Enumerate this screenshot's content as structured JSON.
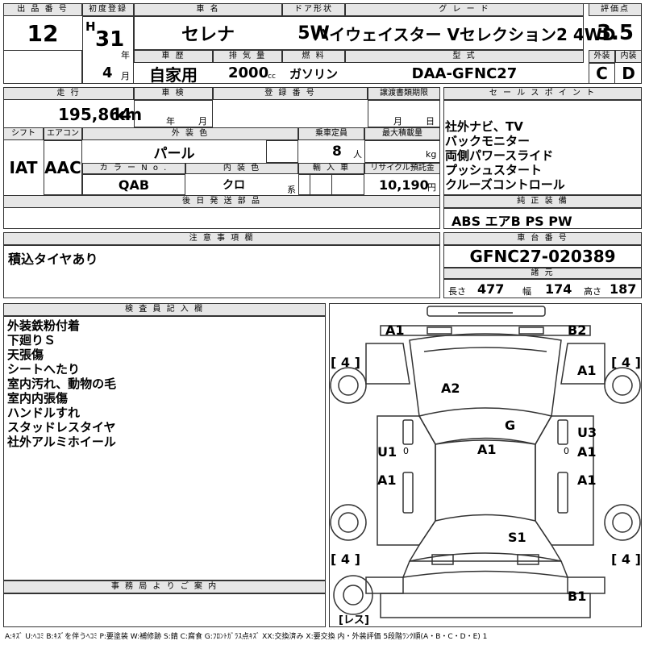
{
  "headers": {
    "lot_no": "出 品 番 号",
    "first_reg": "初度登録",
    "car_name": "車 名",
    "door": "ドア形状",
    "grade": "グ レ ー ド",
    "score": "評価点",
    "history": "車 歴",
    "displacement": "排 気 量",
    "fuel": "燃 料",
    "model_code": "型 式",
    "exterior": "外装",
    "interior": "内装",
    "mileage": "走 行",
    "inspection": "車 検",
    "plate": "登 録 番 号",
    "transfer": "譲渡書類期限",
    "sales_point": "セ ー ル ス ポ イ ン ト",
    "shift": "シフト",
    "aircon": "エアコン",
    "ext_color": "外 装 色",
    "capacity": "乗車定員",
    "max_load": "最大積載量",
    "color_no": "カ ラ ー N o .",
    "int_color": "内 装 色",
    "import": "輸 入 車",
    "recycle": "リサイクル預託金",
    "later_parts": "後 日 発 送 部 品",
    "genuine_equipment": "純 正 装 備",
    "notes": "注 意 事 項 欄",
    "chassis_no": "車 台 番 号",
    "specs": "諸 元",
    "inspector": "検 査 員 記 入 欄",
    "office": "事 務 局 よ り ご 案 内"
  },
  "vehicle": {
    "lot_no": "12",
    "era": "H",
    "year": "31",
    "year_unit": "年",
    "month": "4",
    "month_unit": "月",
    "car_name": "セレナ",
    "door": "5W",
    "grade": "ハイウェイスター Vセレクション2 4WD",
    "score": "3.5",
    "history": "自家用",
    "displacement": "2000",
    "displacement_unit": "cc",
    "fuel": "ガソリン",
    "model_code": "DAA-GFNC27",
    "exterior_grade": "C",
    "interior_grade": "D",
    "mileage": "195,864",
    "mileage_unit": "km",
    "inspection_year_unit": "年",
    "inspection_month_unit": "月",
    "transfer_month_unit": "月",
    "transfer_day_unit": "日",
    "shift": "IAT",
    "aircon": "AAC",
    "ext_color": "パール",
    "capacity": "8",
    "capacity_unit": "人",
    "max_load_unit": "kg",
    "color_no": "QAB",
    "int_color": "クロ",
    "int_color_unit": "系",
    "recycle": "10,190",
    "recycle_unit": "円",
    "chassis_no": "GFNC27-020389",
    "length_label": "長さ",
    "length": "477",
    "width_label": "幅",
    "width": "174",
    "height_label": "高さ",
    "height": "187"
  },
  "sales_points": [
    "社外ナビ、TV",
    "バックモニター",
    "両側パワースライド",
    "プッシュスタート",
    "クルーズコントロール"
  ],
  "genuine_equipment": "ABS エアB PS PW",
  "notes": "積込タイヤあり",
  "inspector_notes": [
    "外装鉄粉付着",
    "下廻りＳ",
    "天張傷",
    "シートへたり",
    "室内汚れ、動物の毛",
    "室内内張傷",
    "ハンドルすれ",
    "スタッドレスタイヤ",
    "社外アルミホイール"
  ],
  "diagram": {
    "A1_front_left": "A1",
    "B2_front_right": "B2",
    "A1_right_front": "A1",
    "A2_hood": "A2",
    "G_windshield": "G",
    "U3_right": "U3",
    "A1_right_mid": "A1",
    "U1_left": "U1",
    "A1_roof": "A1",
    "A1_left_rear": "A1",
    "A1_right_rear": "A1",
    "S1_rear": "S1",
    "B1_rear": "B1",
    "tire_fl": "[ 4 ]",
    "tire_fr": "[ 4 ]",
    "tire_rl": "[ 4 ]",
    "tire_rr": "[ 4 ]",
    "spare": "[レス]",
    "zero": "0"
  },
  "legend": "A:ｷｽﾞ U:ﾍｺﾐ B:ｷｽﾞを伴うﾍｺﾐ P:要塗装 W:補修跡 S:錆 C:腐食 G:ﾌﾛﾝﾄｶﾞﾗｽ点ｷｽﾞ XX:交換済み X:要交換 内・外装評価 5段階ﾗﾝｸ順(A・B・C・D・E) 1"
}
